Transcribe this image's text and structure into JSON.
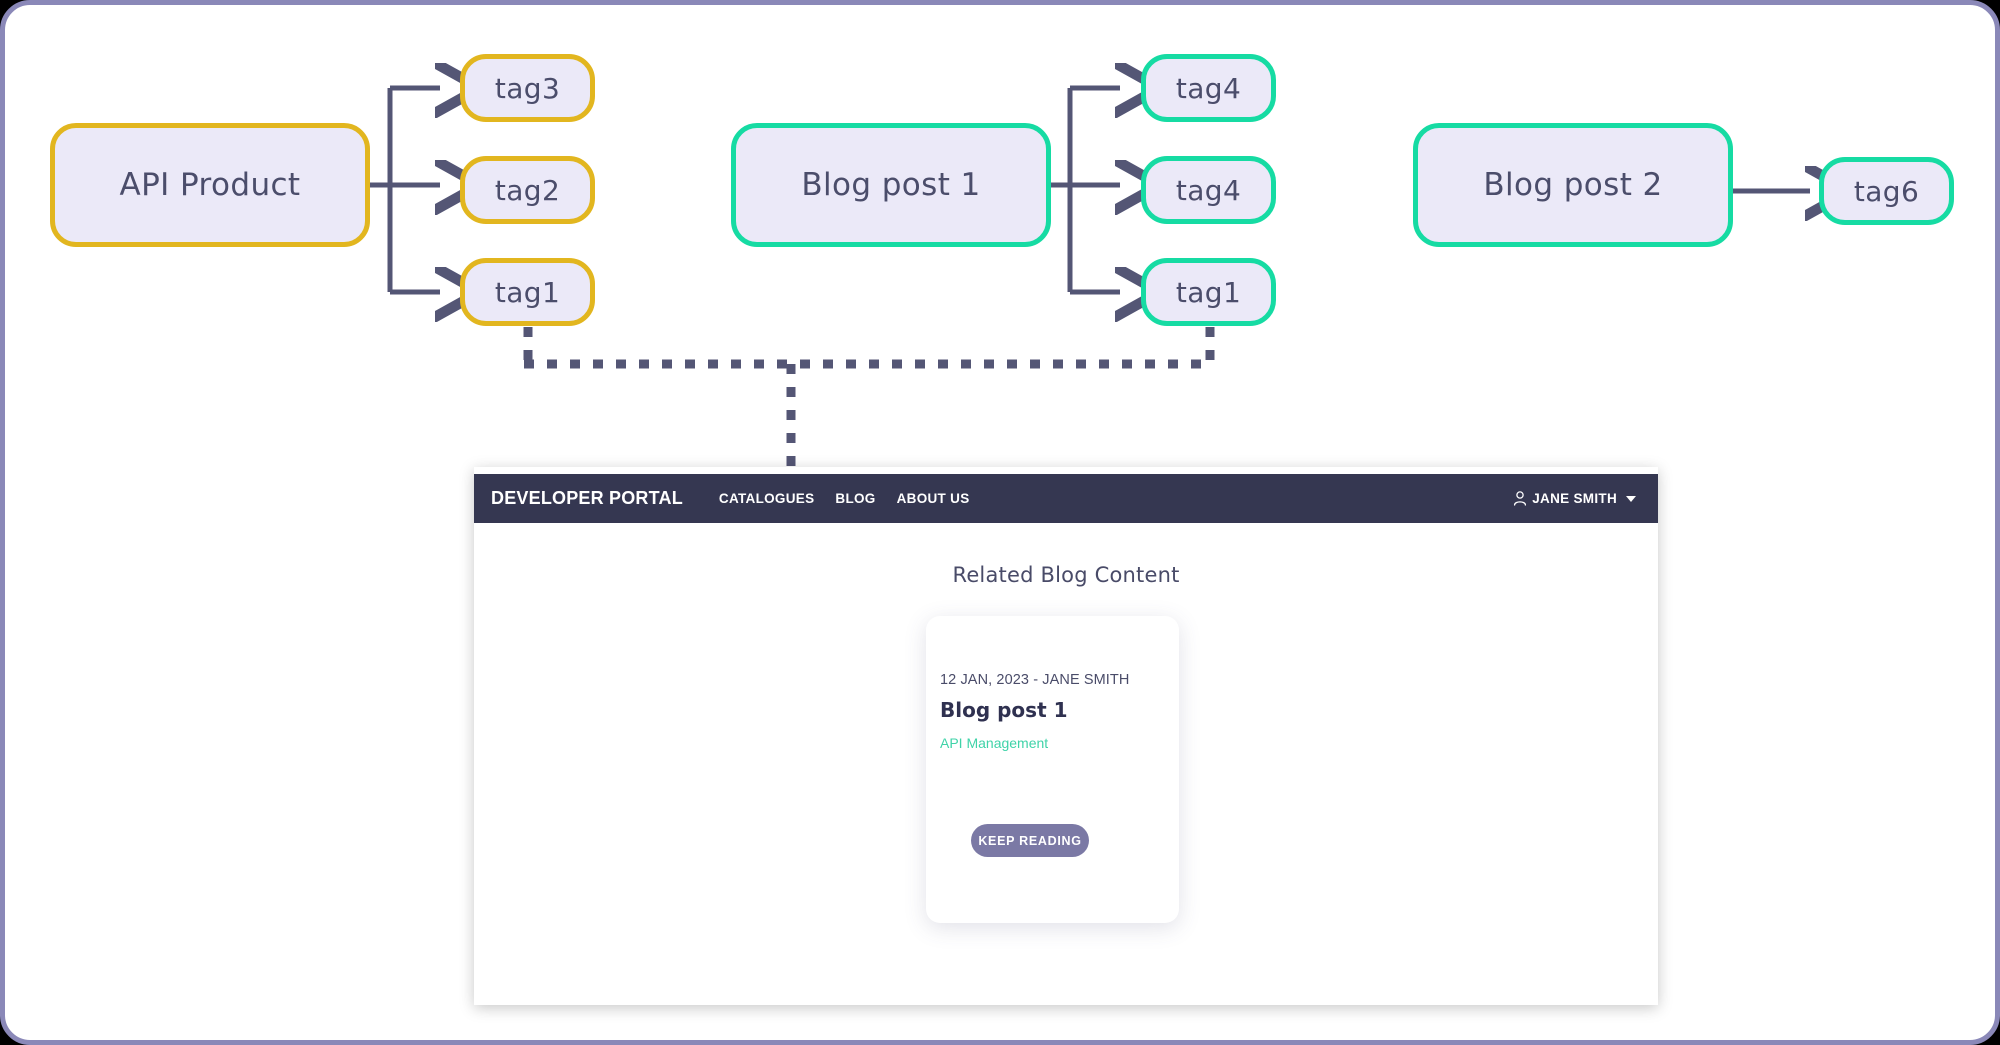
{
  "diagram": {
    "entities": [
      {
        "id": "api-product",
        "label": "API Product",
        "color": "#e2b61f"
      },
      {
        "id": "blog-post-1",
        "label": "Blog post 1",
        "color": "#16dba3"
      },
      {
        "id": "blog-post-2",
        "label": "Blog post 2",
        "color": "#16dba3"
      }
    ],
    "tags": [
      {
        "id": "tag3-yellow",
        "label": "tag3",
        "color": "#e2b61f"
      },
      {
        "id": "tag2-yellow",
        "label": "tag2",
        "color": "#e2b61f"
      },
      {
        "id": "tag1-yellow",
        "label": "tag1",
        "color": "#e2b61f"
      },
      {
        "id": "tag4-teal-a",
        "label": "tag4",
        "color": "#16dba3"
      },
      {
        "id": "tag4-teal-b",
        "label": "tag4",
        "color": "#16dba3"
      },
      {
        "id": "tag1-teal",
        "label": "tag1",
        "color": "#16dba3"
      },
      {
        "id": "tag6-teal",
        "label": "tag6",
        "color": "#16dba3"
      }
    ],
    "colors": {
      "node_fill": "#ebe9f8",
      "node_text": "#4b4d6b",
      "yellow": "#e2b61f",
      "teal": "#16dba3",
      "connector": "#545675",
      "frame_border": "#8a88b8"
    }
  },
  "portal": {
    "brand": "DEVELOPER PORTAL",
    "navlinks": [
      {
        "id": "catalogues",
        "label": "CATALOGUES"
      },
      {
        "id": "blog",
        "label": "BLOG"
      },
      {
        "id": "about-us",
        "label": "ABOUT US"
      }
    ],
    "user": {
      "name": "JANE SMITH",
      "icon": "person-icon",
      "caret": "chevron-down-icon"
    },
    "section_title": "Related Blog Content",
    "card": {
      "meta": "12 JAN, 2023 - JANE SMITH",
      "title": "Blog post 1",
      "tag": "API Management",
      "tag_color": "#3fd3a8",
      "button_label": "KEEP READING",
      "button_color": "#7b79a5"
    },
    "navbar_color": "#353751"
  }
}
